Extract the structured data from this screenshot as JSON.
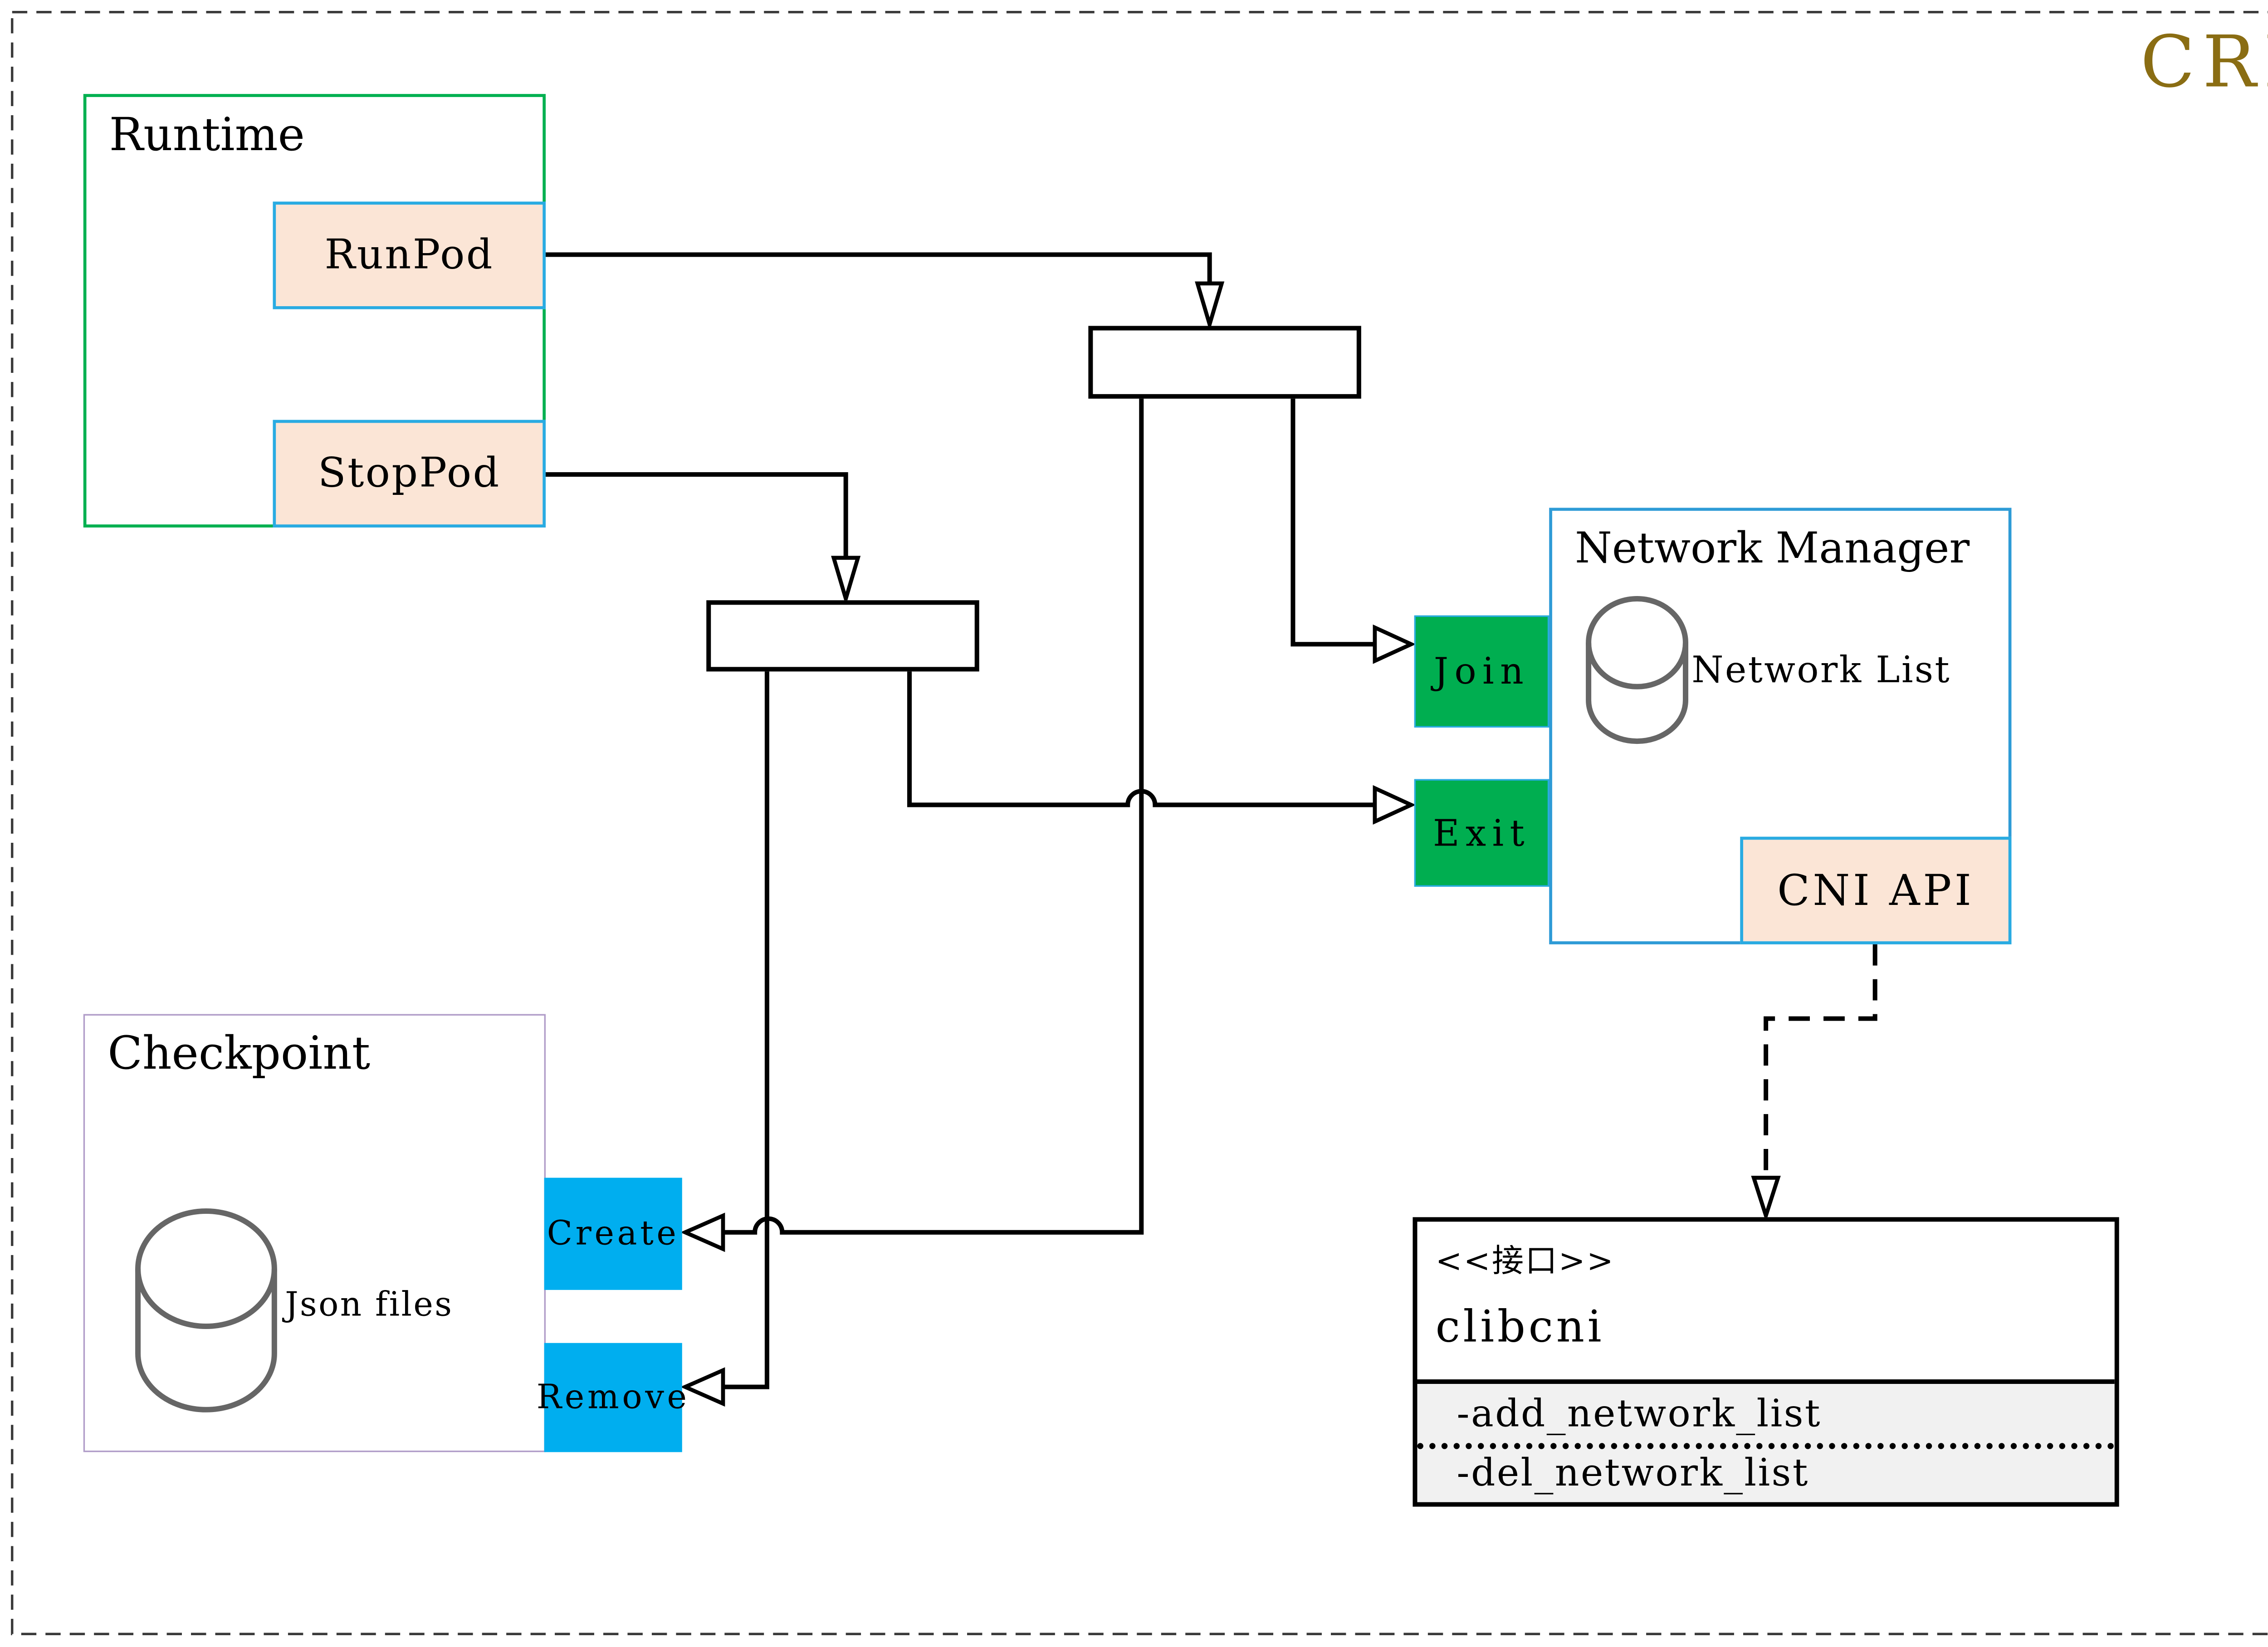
{
  "title": "CRI",
  "colors": {
    "cri_title": "#8A6D13",
    "runtime_border": "#00B050",
    "network_manager_border": "#2E9BD6",
    "checkpoint_border": "#B09CC8",
    "action_box_fill": "#FBE5D6",
    "action_box_border": "#29ABE2",
    "green_box_fill": "#00AE50",
    "blue_box_fill": "#00AEEF",
    "interface_body_fill": "#F1F1F1",
    "cylinder_stroke": "#666666",
    "connector": "#000000"
  },
  "nodes": {
    "runtime": {
      "label": "Runtime"
    },
    "runpod": {
      "label": "RunPod"
    },
    "stoppod": {
      "label": "StopPod"
    },
    "network_manager": {
      "label": "Network Manager"
    },
    "network_list": {
      "label": "Network List"
    },
    "join": {
      "label": "Join"
    },
    "exit": {
      "label": "Exit"
    },
    "cni_api": {
      "label": "CNI API"
    },
    "checkpoint": {
      "label": "Checkpoint"
    },
    "json_files": {
      "label": "Json files"
    },
    "create": {
      "label": "Create"
    },
    "remove": {
      "label": "Remove"
    },
    "clibcni": {
      "stereotype": "<<接口>>",
      "name": "clibcni",
      "methods": [
        "-add_network_list",
        "-del_network_list"
      ]
    }
  },
  "connections": [
    {
      "from": "RunPod",
      "to": "sync-bar-1",
      "style": "solid",
      "arrowhead": "open-v"
    },
    {
      "from": "StopPod",
      "to": "sync-bar-2",
      "style": "solid",
      "arrowhead": "open-v"
    },
    {
      "from": "sync-bar-1",
      "to": "Join",
      "style": "solid",
      "arrowhead": "hollow-triangle"
    },
    {
      "from": "sync-bar-1",
      "to": "Create",
      "style": "solid",
      "arrowhead": "hollow-triangle"
    },
    {
      "from": "sync-bar-2",
      "to": "Exit",
      "style": "solid",
      "arrowhead": "hollow-triangle"
    },
    {
      "from": "sync-bar-2",
      "to": "Remove",
      "style": "solid",
      "arrowhead": "hollow-triangle"
    },
    {
      "from": "CNI API",
      "to": "clibcni",
      "style": "dashed",
      "arrowhead": "open-v"
    }
  ]
}
